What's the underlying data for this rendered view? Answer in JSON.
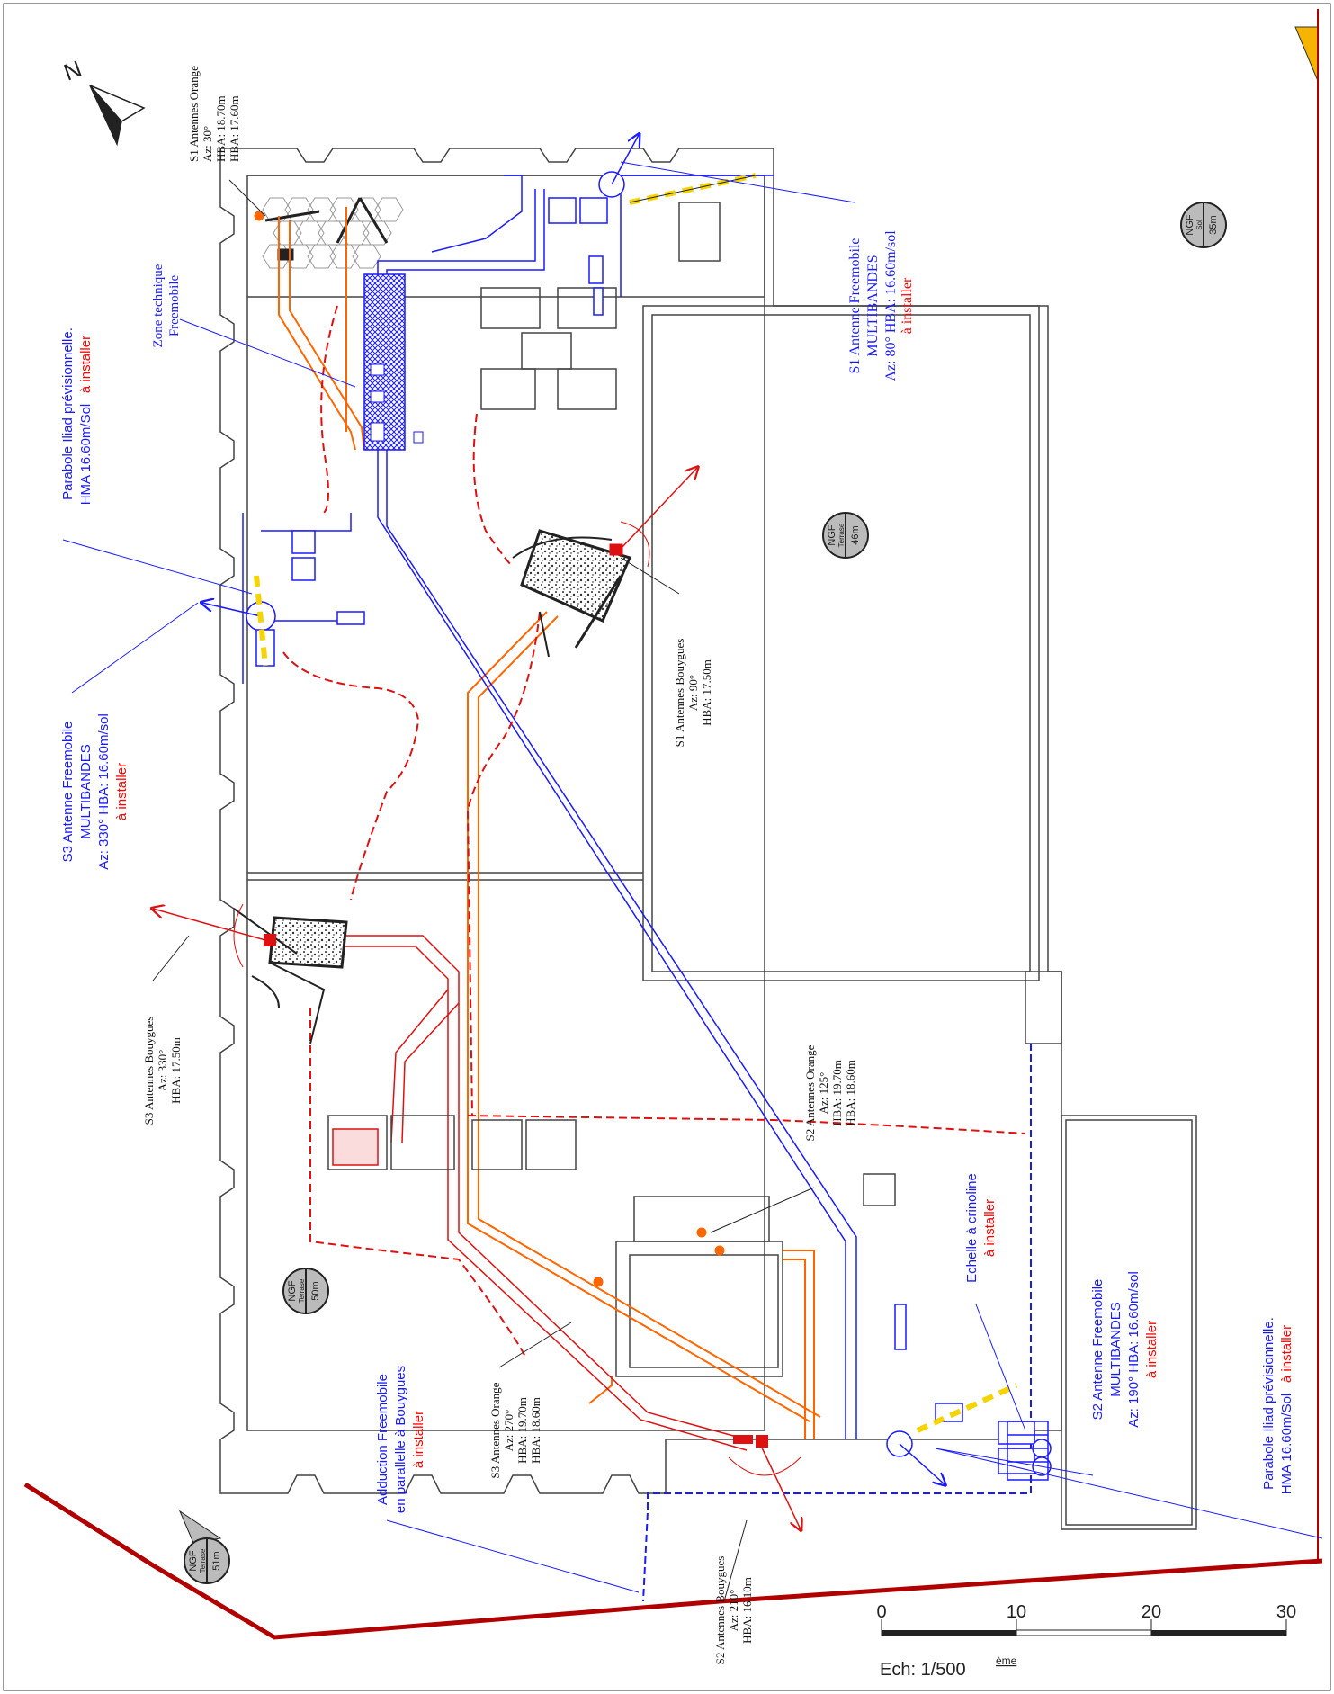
{
  "colors": {
    "freemobile": "#1a1aff",
    "install": "#ff0000",
    "bouygues": "#dd1111",
    "orange": "#ff6600",
    "property": "#b00000",
    "building": "#444444"
  },
  "north": {
    "label": "N"
  },
  "labels": {
    "s1_orange": {
      "l1": "S1 Antennes Orange",
      "l2": "Az: 30°",
      "l3": "HBA: 18.70m",
      "l4": "HBA: 17.60m"
    },
    "zone_tech": {
      "l1": "Zone technique",
      "l2": "Freemobile"
    },
    "parabole_top": {
      "l1": "Parabole Iliad prévisionnelle.",
      "l2": "HMA 16.60m/Sol",
      "l3": "à installer"
    },
    "s3_free": {
      "l1": "S3 Antenne Freemobile",
      "l2": "MULTIBANDES",
      "l3": "Az: 330° HBA: 16.60m/sol",
      "l4": "à installer"
    },
    "s3_bouygues": {
      "l1": "S3 Antennes Bouygues",
      "l2": "Az: 330°",
      "l3": "HBA: 17.50m"
    },
    "s1_free": {
      "l1": "S1 Antenne Freemobile",
      "l2": "MULTIBANDES",
      "l3": "Az: 80° HBA: 16.60m/sol",
      "l4": "à installer"
    },
    "s1_bouygues": {
      "l1": "S1 Antennes Bouygues",
      "l2": "Az: 90°",
      "l3": "HBA: 17.50m"
    },
    "s2_orange": {
      "l1": "S2 Antennes Orange",
      "l2": "Az: 125°",
      "l3": "HBA: 19.70m",
      "l4": "HBA: 18.60m"
    },
    "s3_orange": {
      "l1": "S3 Antennes Orange",
      "l2": "Az: 270°",
      "l3": "HBA: 19.70m",
      "l4": "HBA: 18.60m"
    },
    "s2_bouygues": {
      "l1": "S2 Antennes Bouygues",
      "l2": "Az: 210°",
      "l3": "HBA: 16.10m"
    },
    "adduction": {
      "l1": "Adduction Freemobile",
      "l2": "en parallelle à Bouygues",
      "l3": "à installer"
    },
    "echelle": {
      "l1": "Echelle à crinoline",
      "l2": "à installer"
    },
    "s2_free": {
      "l1": "S2 Antenne Freemobile",
      "l2": "MULTIBANDES",
      "l3": "Az: 190° HBA: 16.60m/sol",
      "l4": "à installer"
    },
    "parabole_bottom": {
      "l1": "Parabole Iliad prévisionnelle.",
      "l2": "HMA 16.60m/Sol",
      "l3": "à installer"
    }
  },
  "ngf_markers": [
    {
      "id": "sol",
      "top": "NGF",
      "mid": "Sol",
      "value": "35m"
    },
    {
      "id": "terrasse46",
      "top": "NGF",
      "mid": "Terrase",
      "value": "46m"
    },
    {
      "id": "terrasse50",
      "top": "NGF",
      "mid": "Terrase",
      "value": "50m"
    },
    {
      "id": "terrasse51",
      "top": "NGF",
      "mid": "Terrase",
      "value": "51m"
    }
  ],
  "scale": {
    "ticks": [
      "0",
      "10",
      "20",
      "30"
    ],
    "label": "Ech: 1/500",
    "suffix": "ème"
  }
}
